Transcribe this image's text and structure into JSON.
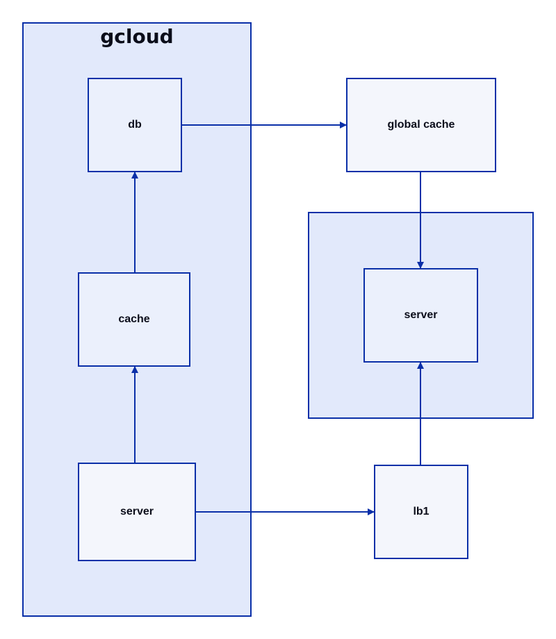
{
  "colors": {
    "stroke": "#0a2fa8",
    "container_fill": "#e2e9fb",
    "node_fill_inner": "#ebf0fc",
    "node_fill_outer": "#f4f6fc"
  },
  "groups": {
    "gcloud": {
      "title": "gcloud"
    },
    "unlabeled_group": {
      "title": ""
    }
  },
  "nodes": {
    "db": {
      "label": "db"
    },
    "cache": {
      "label": "cache"
    },
    "server_gcloud": {
      "label": "server"
    },
    "global_cache": {
      "label": "global cache"
    },
    "server_right": {
      "label": "server"
    },
    "lb1": {
      "label": "lb1"
    }
  },
  "edges": [
    {
      "from": "db",
      "to": "global_cache"
    },
    {
      "from": "cache",
      "to": "db"
    },
    {
      "from": "server_gcloud",
      "to": "cache"
    },
    {
      "from": "server_gcloud",
      "to": "lb1"
    },
    {
      "from": "global_cache",
      "to": "server_right"
    },
    {
      "from": "lb1",
      "to": "server_right"
    }
  ]
}
